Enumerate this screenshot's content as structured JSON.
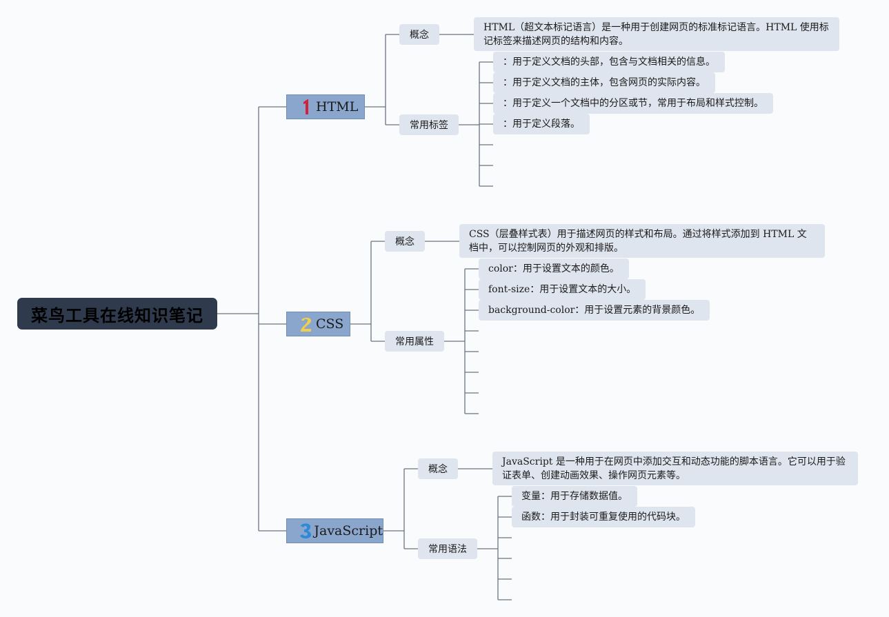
{
  "title": "菜鸟工具在线知识笔记",
  "branches": [
    {
      "number": "1",
      "number_color": "#d0223a",
      "label": "HTML",
      "concept_label": "概念",
      "concept_text": "HTML（超文本标记语言）是一种用于创建网页的标准标记语言。HTML 使用标记标签来描述网页的结构和内容。",
      "list_label": "常用标签",
      "items": [
        "：用于定义文档的头部，包含与文档相关的信息。",
        "：用于定义文档的主体，包含网页的实际内容。",
        "：用于定义一个文档中的分区或节，常用于布局和样式控制。",
        "：用于定义段落。"
      ]
    },
    {
      "number": "2",
      "number_color": "#f2cf4a",
      "label": "CSS",
      "concept_label": "概念",
      "concept_text": "CSS（层叠样式表）用于描述网页的样式和布局。通过将样式添加到 HTML 文档中，可以控制网页的外观和排版。",
      "list_label": "常用属性",
      "items": [
        "color：用于设置文本的颜色。",
        "font-size：用于设置文本的大小。",
        "background-color：用于设置元素的背景颜色。"
      ]
    },
    {
      "number": "3",
      "number_color": "#2e8ad6",
      "label": "JavaScript",
      "concept_label": "概念",
      "concept_text": "JavaScript 是一种用于在网页中添加交互和动态功能的脚本语言。它可以用于验证表单、创建动画效果、操作网页元素等。",
      "list_label": "常用语法",
      "items": [
        "变量：用于存储数据值。",
        "函数：用于封装可重复使用的代码块。"
      ]
    }
  ],
  "colors": {
    "root_bg": "#2f3a4d",
    "branch_bg": "#8aa6cc",
    "leaf_bg": "#dfe5ee",
    "connector": "#6b7280"
  }
}
